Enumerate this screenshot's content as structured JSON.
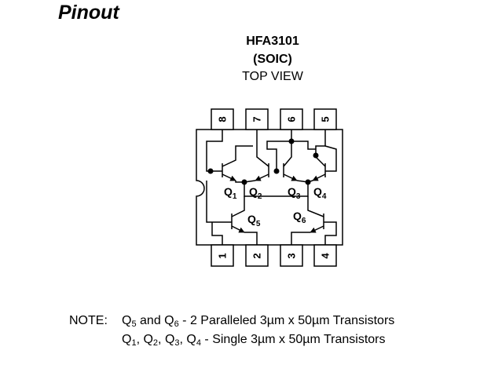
{
  "heading": "Pinout",
  "part_number": "HFA3101",
  "package": "(SOIC)",
  "view": "TOP VIEW",
  "pins": {
    "top": [
      "8",
      "7",
      "6",
      "5"
    ],
    "bottom": [
      "1",
      "2",
      "3",
      "4"
    ]
  },
  "transistors": [
    {
      "letter": "Q",
      "sub": "1"
    },
    {
      "letter": "Q",
      "sub": "2"
    },
    {
      "letter": "Q",
      "sub": "3"
    },
    {
      "letter": "Q",
      "sub": "4"
    },
    {
      "letter": "Q",
      "sub": "5"
    },
    {
      "letter": "Q",
      "sub": "6"
    }
  ],
  "note": {
    "label": "NOTE:",
    "line1": {
      "q_a": "5",
      "and": " and Q",
      "q_b": "6",
      "text": " - 2 Paralleled 3µm x 50µm Transistors"
    },
    "line2": {
      "q1": "1",
      "q2": "2",
      "q3": "3",
      "q4": "4",
      "text": " - Single 3µm x 50µm Transistors"
    }
  }
}
